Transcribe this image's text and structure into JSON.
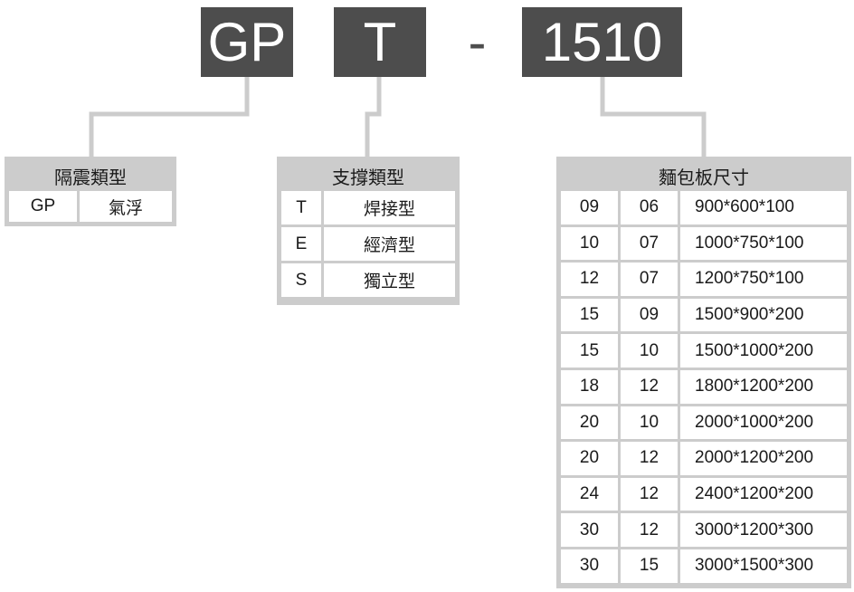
{
  "code": {
    "seg1": "GP",
    "seg2": "T",
    "dash": "-",
    "seg3": "1510"
  },
  "isolation_type": {
    "title": "隔震類型",
    "rows": [
      [
        "GP",
        "氣浮"
      ]
    ]
  },
  "support_type": {
    "title": "支撐類型",
    "rows": [
      [
        "T",
        "焊接型"
      ],
      [
        "E",
        "經濟型"
      ],
      [
        "S",
        "獨立型"
      ]
    ]
  },
  "breadboard_size": {
    "title": "麵包板尺寸",
    "rows": [
      [
        "09",
        "06",
        "900*600*100"
      ],
      [
        "10",
        "07",
        "1000*750*100"
      ],
      [
        "12",
        "07",
        "1200*750*100"
      ],
      [
        "15",
        "09",
        "1500*900*200"
      ],
      [
        "15",
        "10",
        "1500*1000*200"
      ],
      [
        "18",
        "12",
        "1800*1200*200"
      ],
      [
        "20",
        "10",
        "2000*1000*200"
      ],
      [
        "20",
        "12",
        "2000*1200*200"
      ],
      [
        "24",
        "12",
        "2400*1200*200"
      ],
      [
        "30",
        "12",
        "3000*1200*300"
      ],
      [
        "30",
        "15",
        "3000*1500*300"
      ]
    ]
  },
  "colors": {
    "code_box": "#4d4d4d",
    "panel": "#cccccc",
    "cell": "#ffffff"
  }
}
